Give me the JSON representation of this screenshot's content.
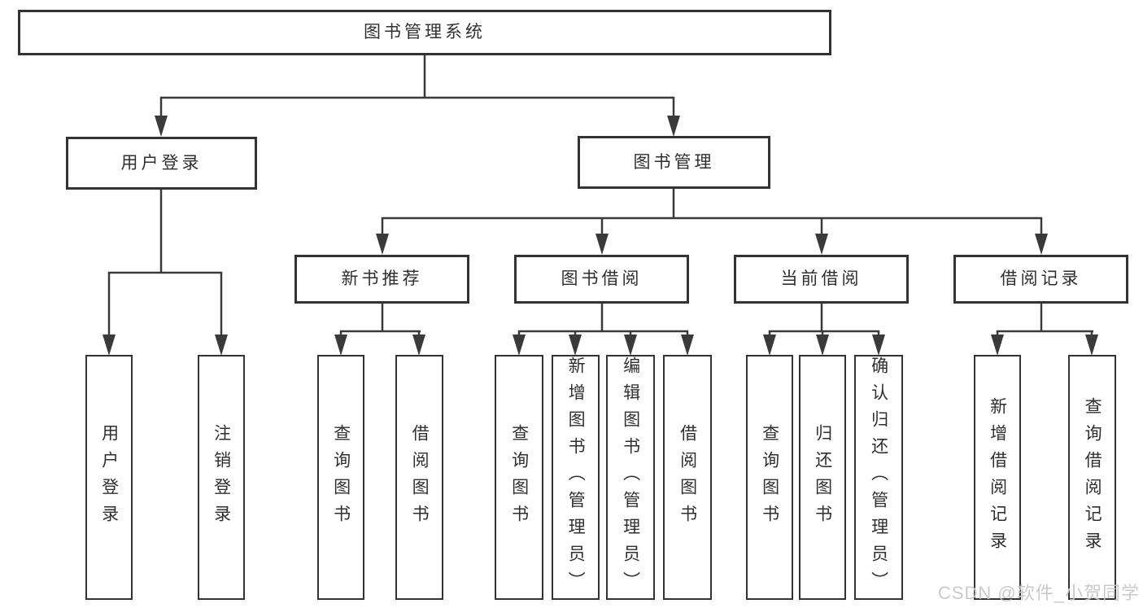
{
  "tree": {
    "root": {
      "label": "图书管理系统"
    },
    "branches": [
      {
        "label": "用户登录",
        "children": [
          {
            "label": "用户登录"
          },
          {
            "label": "注销登录"
          }
        ]
      },
      {
        "label": "图书管理",
        "children": [
          {
            "label": "新书推荐",
            "children": [
              {
                "label": "查询图书"
              },
              {
                "label": "借阅图书"
              }
            ]
          },
          {
            "label": "图书借阅",
            "children": [
              {
                "label": "查询图书"
              },
              {
                "label": "新增图书（管理员）"
              },
              {
                "label": "编辑图书（管理员）"
              },
              {
                "label": "借阅图书"
              }
            ]
          },
          {
            "label": "当前借阅",
            "children": [
              {
                "label": "查询图书"
              },
              {
                "label": "归还图书"
              },
              {
                "label": "确认归还（管理员）"
              }
            ]
          },
          {
            "label": "借阅记录",
            "children": [
              {
                "label": "新增借阅记录"
              },
              {
                "label": "查询借阅记录"
              }
            ]
          }
        ]
      }
    ]
  },
  "watermark": {
    "text": "CSDN @软件_小贺同学"
  },
  "colors": {
    "line": "#3a3a3a",
    "box_border": "#333333",
    "text": "#2f2f2f",
    "watermark": "#c8c8c8",
    "background": "#ffffff"
  }
}
